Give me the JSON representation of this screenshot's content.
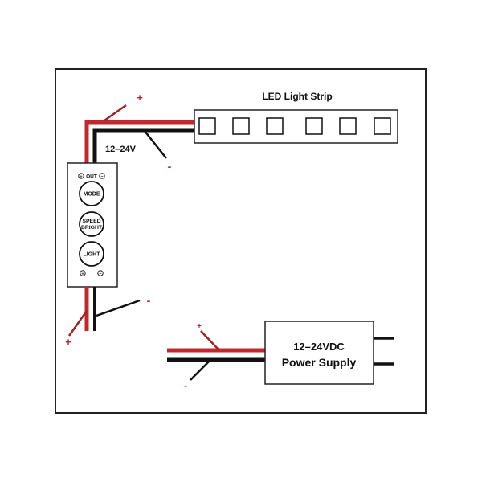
{
  "colors": {
    "positive_wire": "#c0282c",
    "negative_wire": "#111111",
    "outline": "#222222",
    "polarity_mark": "#b8262a"
  },
  "led_strip": {
    "label": "LED Light Strip",
    "led_count": 6
  },
  "controller": {
    "voltage_label": "12–24V",
    "out_label": "OUT",
    "out_plus_symbol": "+",
    "out_minus_symbol": "−",
    "buttons": [
      {
        "label_lines": [
          "MODE"
        ]
      },
      {
        "label_lines": [
          "SPEED",
          "BRIGHT"
        ]
      },
      {
        "label_lines": [
          "LIGHT"
        ]
      }
    ],
    "in_plus_symbol": "+",
    "in_minus_symbol": "−"
  },
  "power_supply": {
    "line1": "12–24VDC",
    "line2": "Power Supply"
  },
  "polarity": {
    "strip_plus": "+",
    "strip_minus": "-",
    "ctrl_in_plus": "+",
    "ctrl_in_minus": "-",
    "psu_plus": "+",
    "psu_minus": "-"
  }
}
